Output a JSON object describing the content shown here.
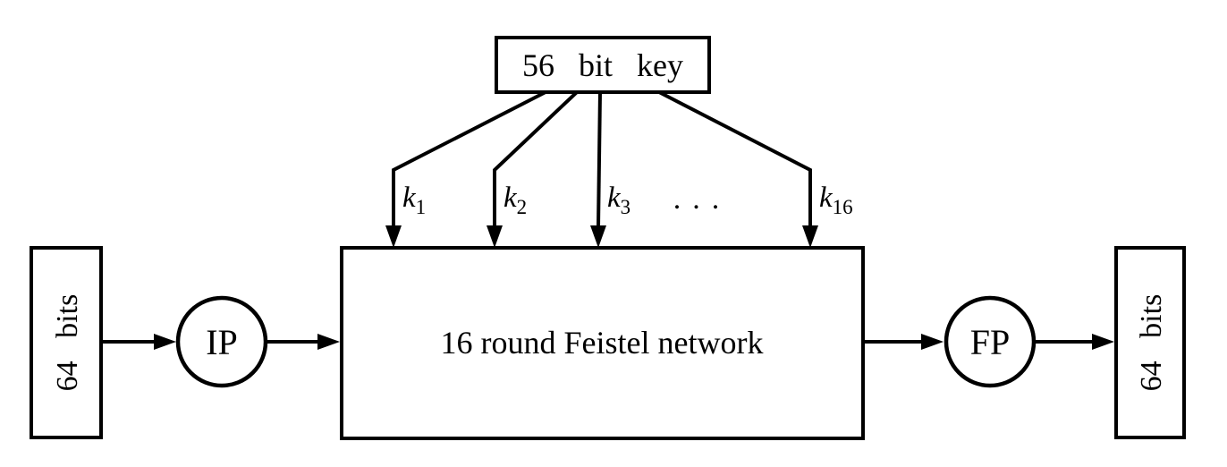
{
  "diagram": {
    "key_box": {
      "label": "56 bit key"
    },
    "round_keys": [
      {
        "var": "k",
        "sub": "1"
      },
      {
        "var": "k",
        "sub": "2"
      },
      {
        "var": "k",
        "sub": "3"
      },
      {
        "var": "k",
        "sub": "16"
      }
    ],
    "ellipsis": "...",
    "feistel_box": {
      "label": "16 round Feistel network",
      "fill": "#e6e6e6"
    },
    "input_box": {
      "label": "64 bits"
    },
    "output_box": {
      "label": "64 bits"
    },
    "ip_node": {
      "label": "IP"
    },
    "fp_node": {
      "label": "FP"
    },
    "colors": {
      "stroke": "#000000",
      "background": "#ffffff",
      "node_fill": "#ffffff",
      "feistel_fill": "#e6e6e6"
    }
  }
}
